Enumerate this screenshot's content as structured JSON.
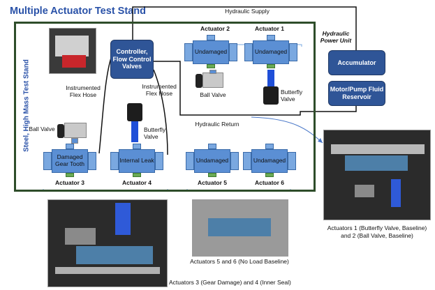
{
  "title": "Multiple Actuator Test Stand",
  "frame_label": "Steel, High Mass Test Stand",
  "hydraulic_supply": "Hydraulic Supply",
  "hydraulic_return": "Hydraulic Return",
  "hydraulic_power_unit": "Hydraulic Power Unit",
  "controller": "Controller, Flow Control Valves",
  "accumulator": "Accumulator",
  "motor_pump": "Motor/Pump Fluid Reservoir",
  "flex_hose_left": "Instrumented Flex Hose",
  "flex_hose_right": "Instrumented Flex Hose",
  "top_actuators": [
    {
      "name": "Actuator 2",
      "state": "Undamaged"
    },
    {
      "name": "Actuator 1",
      "state": "Undamaged"
    }
  ],
  "top_ball_valve": "Ball Valve",
  "top_butterfly_valve": "Butterfly Valve",
  "left_ball_valve": "Ball Valve",
  "left_butterfly_valve": "Butterfly Valve",
  "bottom_actuators": [
    {
      "name": "Actuator 3",
      "state": "Damaged Gear Tooth"
    },
    {
      "name": "Actuator 4",
      "state": "Internal Leak"
    },
    {
      "name": "Actuator 5",
      "state": "Undamaged"
    },
    {
      "name": "Actuator 6",
      "state": "Undamaged"
    }
  ],
  "captions": {
    "right_photo": "Actuators 1 (Butterfly Valve, Baseline) and 2 (Ball Valve, Baseline)",
    "middle_photo": "Actuators 5 and 6 (No Load Baseline)",
    "left_photo": "Actuators 3 (Gear Damage) and 4 (Inner Seal)"
  },
  "colors": {
    "accent": "#2a52a8",
    "box": "#2f5597",
    "frame": "#2e4d2a",
    "actuator": "#5b8fd4"
  }
}
